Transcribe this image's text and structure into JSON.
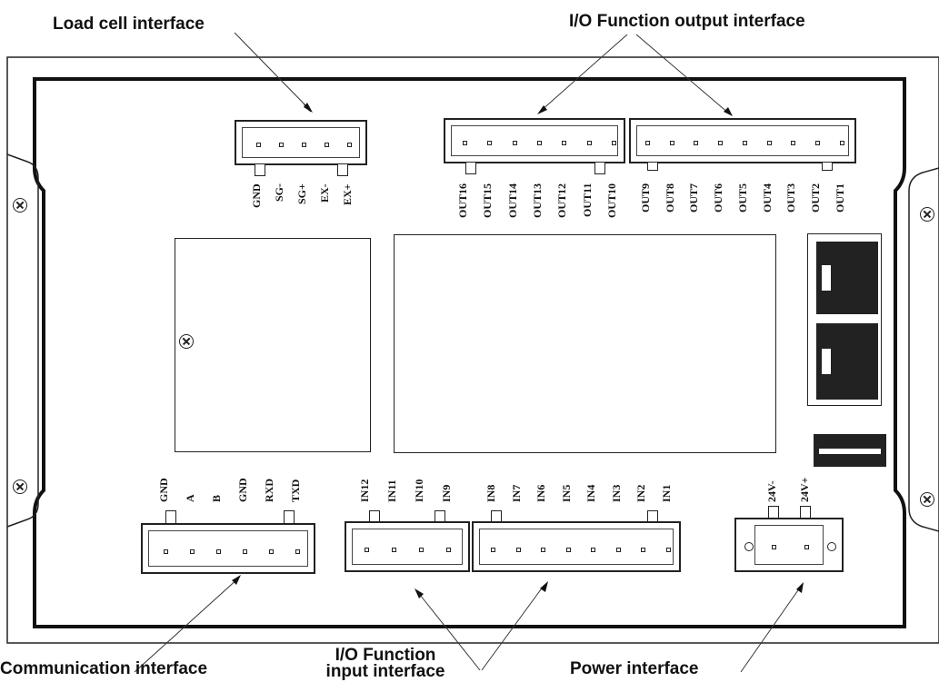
{
  "callouts": {
    "load_cell": "Load cell interface",
    "io_output": "I/O Function output interface",
    "communication": "Communication interface",
    "io_input_line1": "I/O Function",
    "io_input_line2": "input interface",
    "power": "Power interface"
  },
  "load_cell_pins": [
    "GND",
    "SG-",
    "SG+",
    "EX-",
    "EX+"
  ],
  "output_pins_a": [
    "OUT16",
    "OUT15",
    "OUT14",
    "OUT13",
    "OUT12",
    "OUT11",
    "OUT10"
  ],
  "output_pins_b": [
    "OUT9",
    "OUT8",
    "OUT7",
    "OUT6",
    "OUT5",
    "OUT4",
    "OUT3",
    "OUT2",
    "OUT1"
  ],
  "comm_pins": [
    "GND",
    "A",
    "B",
    "GND",
    "RXD",
    "TXD"
  ],
  "input_pins_a": [
    "IN12",
    "IN11",
    "IN10",
    "IN9"
  ],
  "input_pins_b": [
    "IN8",
    "IN7",
    "IN6",
    "IN5",
    "IN4",
    "IN3",
    "IN2",
    "IN1"
  ],
  "power_pins": [
    "24V-",
    "24V+"
  ]
}
